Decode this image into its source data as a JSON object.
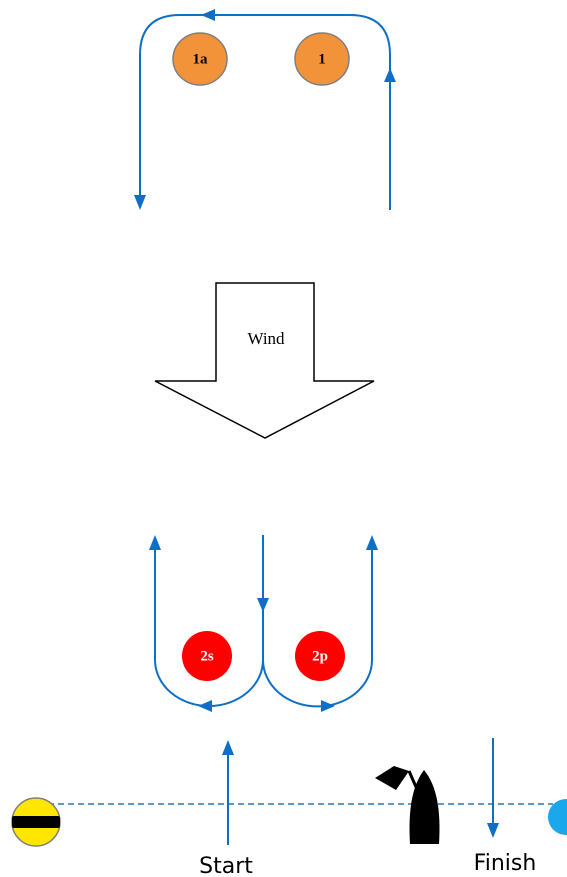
{
  "diagram": {
    "wind_label": "Wind",
    "start_label": "Start",
    "finish_label": "Finish",
    "marks": {
      "m1": "1",
      "m1a": "1a",
      "m2s": "2s",
      "m2p": "2p"
    },
    "icons": {
      "pin_end_buoy": "yellow-buoy-icon",
      "finish_buoy": "blue-buoy-icon",
      "committee_boat": "committee-boat-icon",
      "wind_arrow": "wind-arrow-icon"
    },
    "colors": {
      "course_line": "#0f6fc6",
      "start_line": "#2e74b5",
      "upwind_marks": "#f2933a",
      "leeward_gate": "#ff0000",
      "pin_buoy": "#ffe600",
      "finish_buoy": "#1aa7ec",
      "boat": "#000000"
    }
  }
}
